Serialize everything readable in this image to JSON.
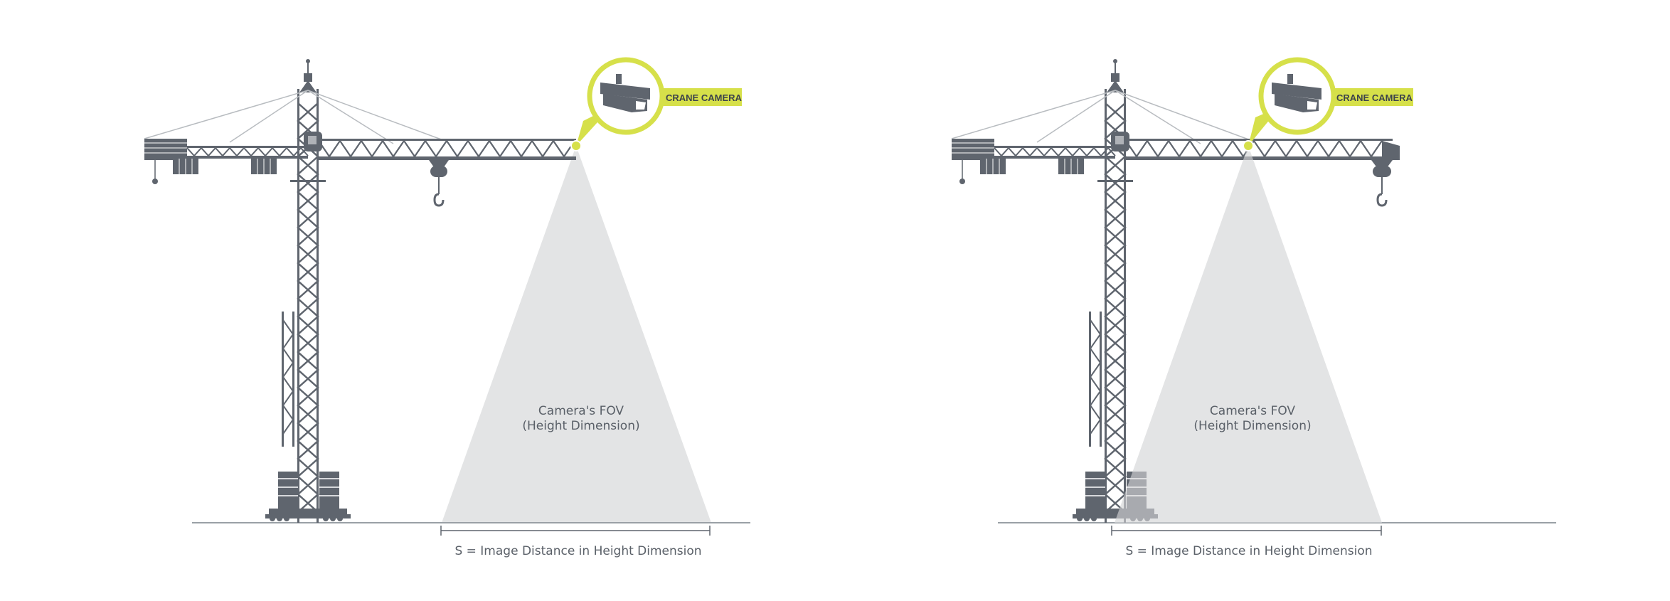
{
  "colors": {
    "accent": "#d6e04a",
    "crane": "#5f656e",
    "fov": "#e3e4e5",
    "ground": "#9aa0a6"
  },
  "panels": [
    {
      "camera_tag": "CRANE CAMERA",
      "fov_line1": "Camera's FOV",
      "fov_line2": "(Height Dimension)",
      "distance_label": "S = Image Distance in Height Dimension",
      "camera_icon": "security-camera-icon"
    },
    {
      "camera_tag": "CRANE CAMERA",
      "fov_line1": "Camera's FOV",
      "fov_line2": "(Height Dimension)",
      "distance_label": "S = Image Distance in Height Dimension",
      "camera_icon": "security-camera-icon"
    }
  ]
}
